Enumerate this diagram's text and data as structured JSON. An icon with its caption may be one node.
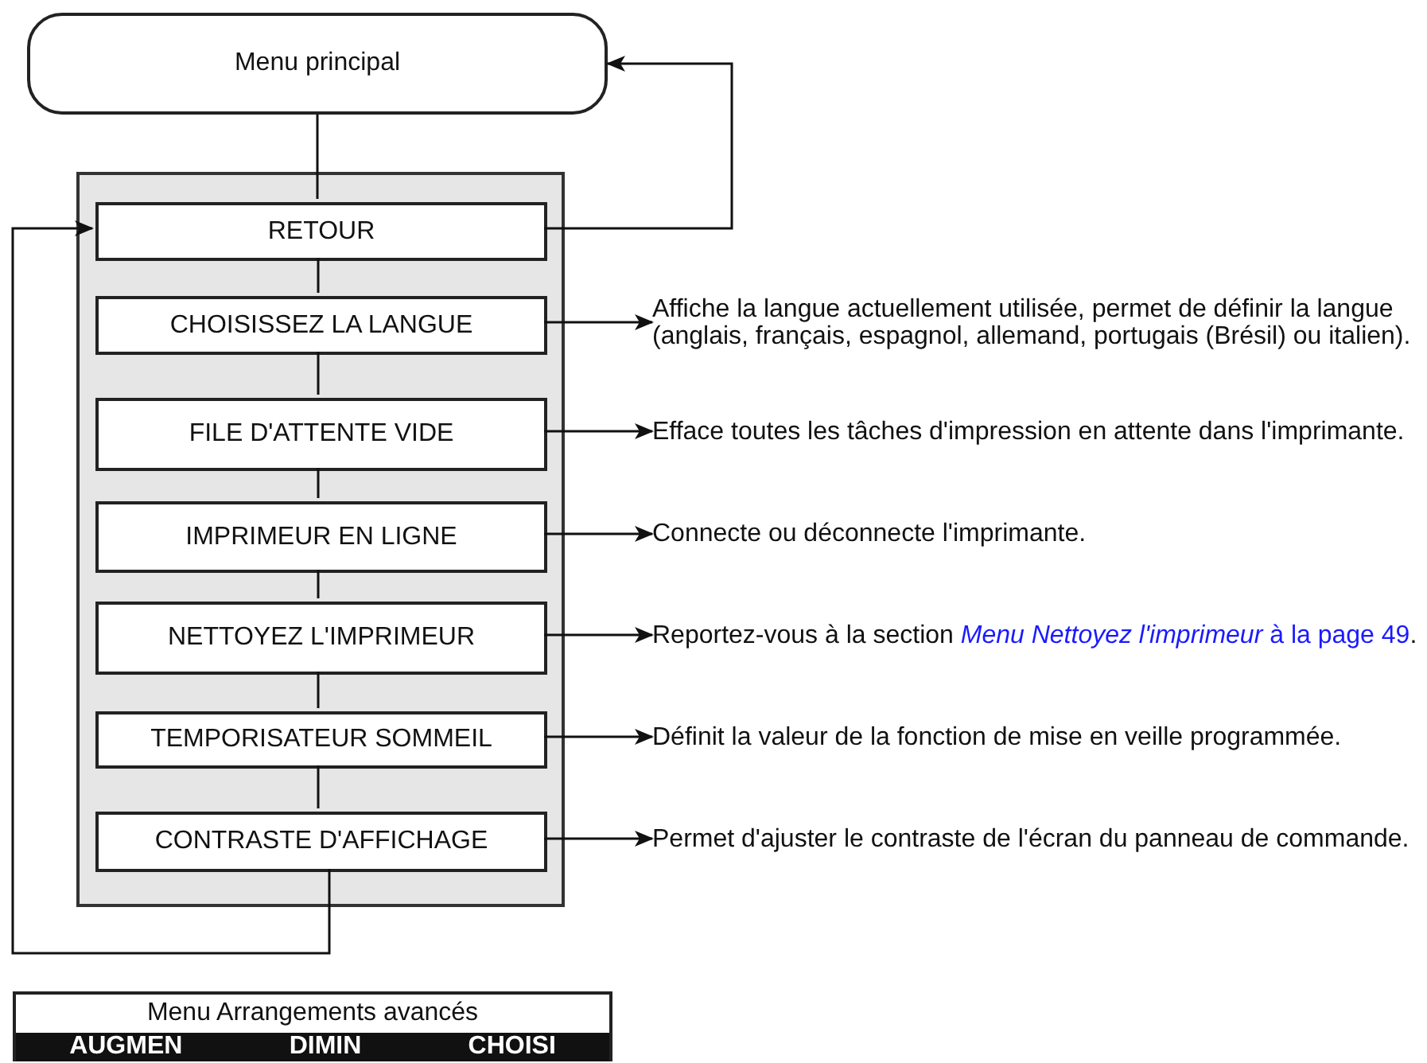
{
  "diagram": {
    "nodes": [
      {
        "text": [
          "Menu principal"
        ]
      },
      {
        "text": [],
        "shape": "box"
      },
      {
        "text": [
          "RETOUR"
        ],
        "in": 1
      },
      {
        "text": [
          "CHOISISSEZ LA LANGUE"
        ],
        "in": 1
      },
      {
        "text": [
          "FILE D'ATTENTE VIDE"
        ],
        "in": 1
      },
      {
        "text": [
          "IMPRIMEUR EN LIGNE"
        ],
        "in": 1
      },
      {
        "text": [
          "NETTOYEZ L'IMPRIMEUR"
        ],
        "in": 1
      },
      {
        "text": [
          "TEMPORISATEUR SOMMEIL"
        ],
        "in": 1
      },
      {
        "text": [
          "CONTRASTE D'AFFICHAGE"
        ],
        "in": 1
      },
      {
        "text": [
          "Affiche la langue actuellement utilisée, permet de définir la langue (anglais, français, espagnol, allemand, portugais (Brésil) ou italien)."
        ]
      },
      {
        "text": [
          "Efface toutes les tâches d'impression en attente dans l'imprimante."
        ]
      },
      {
        "text": [
          "Connecte ou déconnecte l'imprimante."
        ]
      },
      {
        "text": [
          "Reportez-vous à la section",
          "*Menu Nettoyez l'imprimeur* à la page 49",
          "."
        ]
      },
      {
        "text": [
          "Définit la valeur de la fonction de mise en veille programmée."
        ]
      },
      {
        "text": [
          "Permet d'ajuster le contraste de l'écran du panneau de commande."
        ]
      }
    ],
    "edges": [
      {
        "from": 0,
        "to": 2,
        "arrow": "none"
      },
      {
        "from": 2,
        "to": 0,
        "arrow": "to"
      },
      {
        "from": 2,
        "to": 3,
        "arrow": "none"
      },
      {
        "from": 3,
        "to": 4,
        "arrow": "none"
      },
      {
        "from": 4,
        "to": 5,
        "arrow": "none"
      },
      {
        "from": 5,
        "to": 6,
        "arrow": "none"
      },
      {
        "from": 6,
        "to": 7,
        "arrow": "none"
      },
      {
        "from": 7,
        "to": 8,
        "arrow": "none"
      },
      {
        "from": 8,
        "to": 2,
        "arrow": "to"
      },
      {
        "from": 3,
        "to": 9,
        "arrow": "to"
      },
      {
        "from": 4,
        "to": 10,
        "arrow": "to"
      },
      {
        "from": 5,
        "to": 11,
        "arrow": "to"
      },
      {
        "from": 6,
        "to": 12,
        "arrow": "to"
      },
      {
        "from": 7,
        "to": 13,
        "arrow": "to"
      },
      {
        "from": 8,
        "to": 14,
        "arrow": "to"
      }
    ],
    "labels": [
      "Menu Arrangements avancés",
      "AUGMEN",
      "DIMIN",
      "CHOISI"
    ]
  }
}
